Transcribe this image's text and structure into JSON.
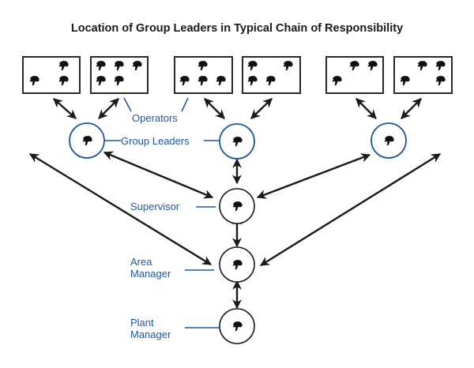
{
  "title": "Location of Group Leaders in Typical Chain of Responsibility",
  "colors": {
    "accent_blue": "#1f57a8",
    "line_black": "#1a1a1a",
    "background": "#ffffff"
  },
  "labels": {
    "operators": "Operators",
    "group_leaders": "Group Leaders",
    "supervisor": "Supervisor",
    "area_manager_line1": "Area",
    "area_manager_line2": "Manager",
    "plant_manager_line1": "Plant",
    "plant_manager_line2": "Manager"
  },
  "operator_groups": [
    {
      "name": "group-1",
      "boxes": [
        {
          "operator_count": 3
        },
        {
          "operator_count": 5
        }
      ]
    },
    {
      "name": "group-2",
      "boxes": [
        {
          "operator_count": 4
        },
        {
          "operator_count": 4
        }
      ]
    },
    {
      "name": "group-3",
      "boxes": [
        {
          "operator_count": 3
        },
        {
          "operator_count": 4
        }
      ]
    }
  ],
  "hierarchy": [
    {
      "role": "Operators",
      "count": 23
    },
    {
      "role": "Group Leaders",
      "count": 3
    },
    {
      "role": "Supervisor",
      "count": 1
    },
    {
      "role": "Area Manager",
      "count": 1
    },
    {
      "role": "Plant Manager",
      "count": 1
    }
  ],
  "icons": {
    "person": "person-silhouette-icon"
  }
}
